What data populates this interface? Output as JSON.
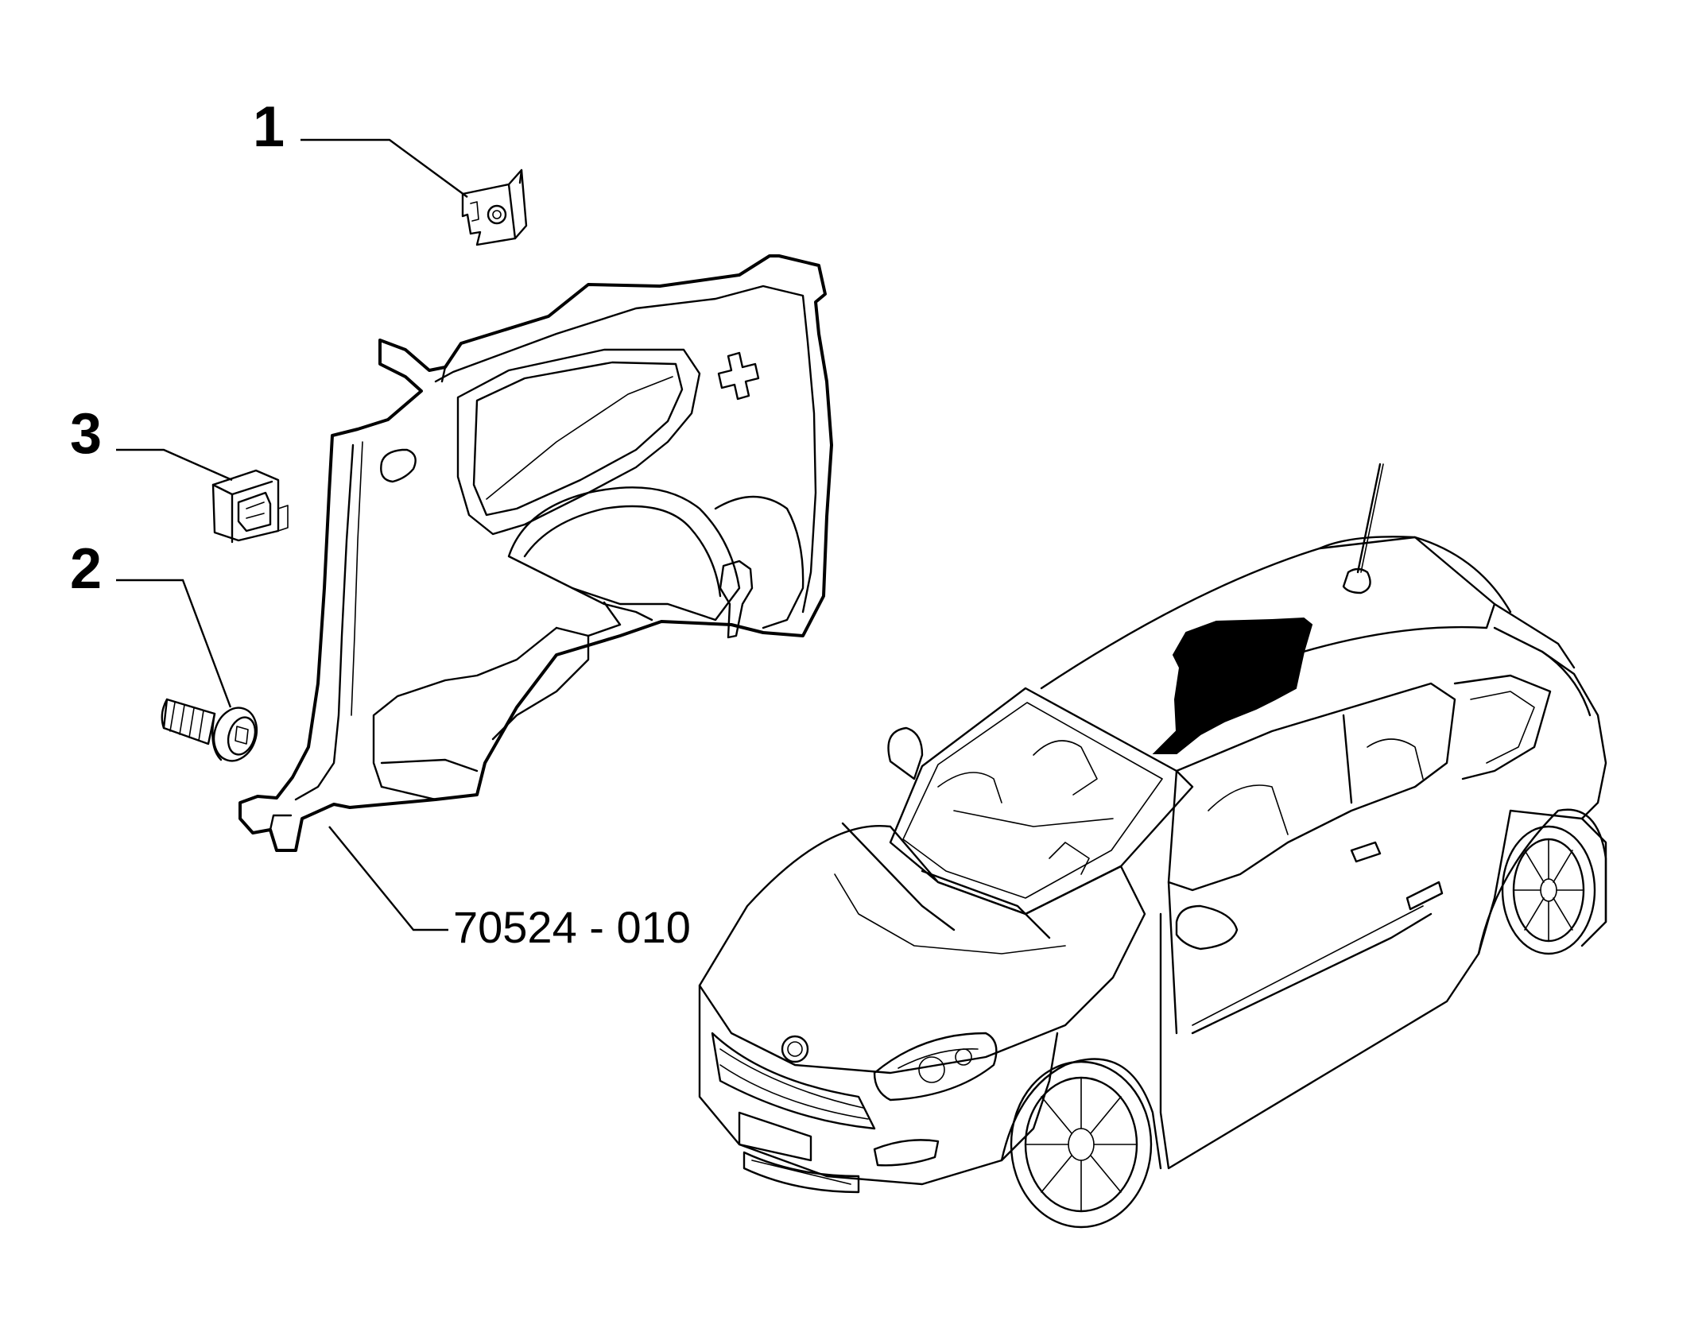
{
  "callouts": [
    {
      "label": "1",
      "part": "clip-nut"
    },
    {
      "label": "3",
      "part": "push-fastener"
    },
    {
      "label": "2",
      "part": "bolt"
    }
  ],
  "part_code": "70524 - 010",
  "icons": {
    "clip": "clip-nut-icon",
    "fastener": "push-fastener-icon",
    "bolt": "bolt-icon",
    "panel": "side-trim-panel",
    "car": "car-hatchback"
  }
}
